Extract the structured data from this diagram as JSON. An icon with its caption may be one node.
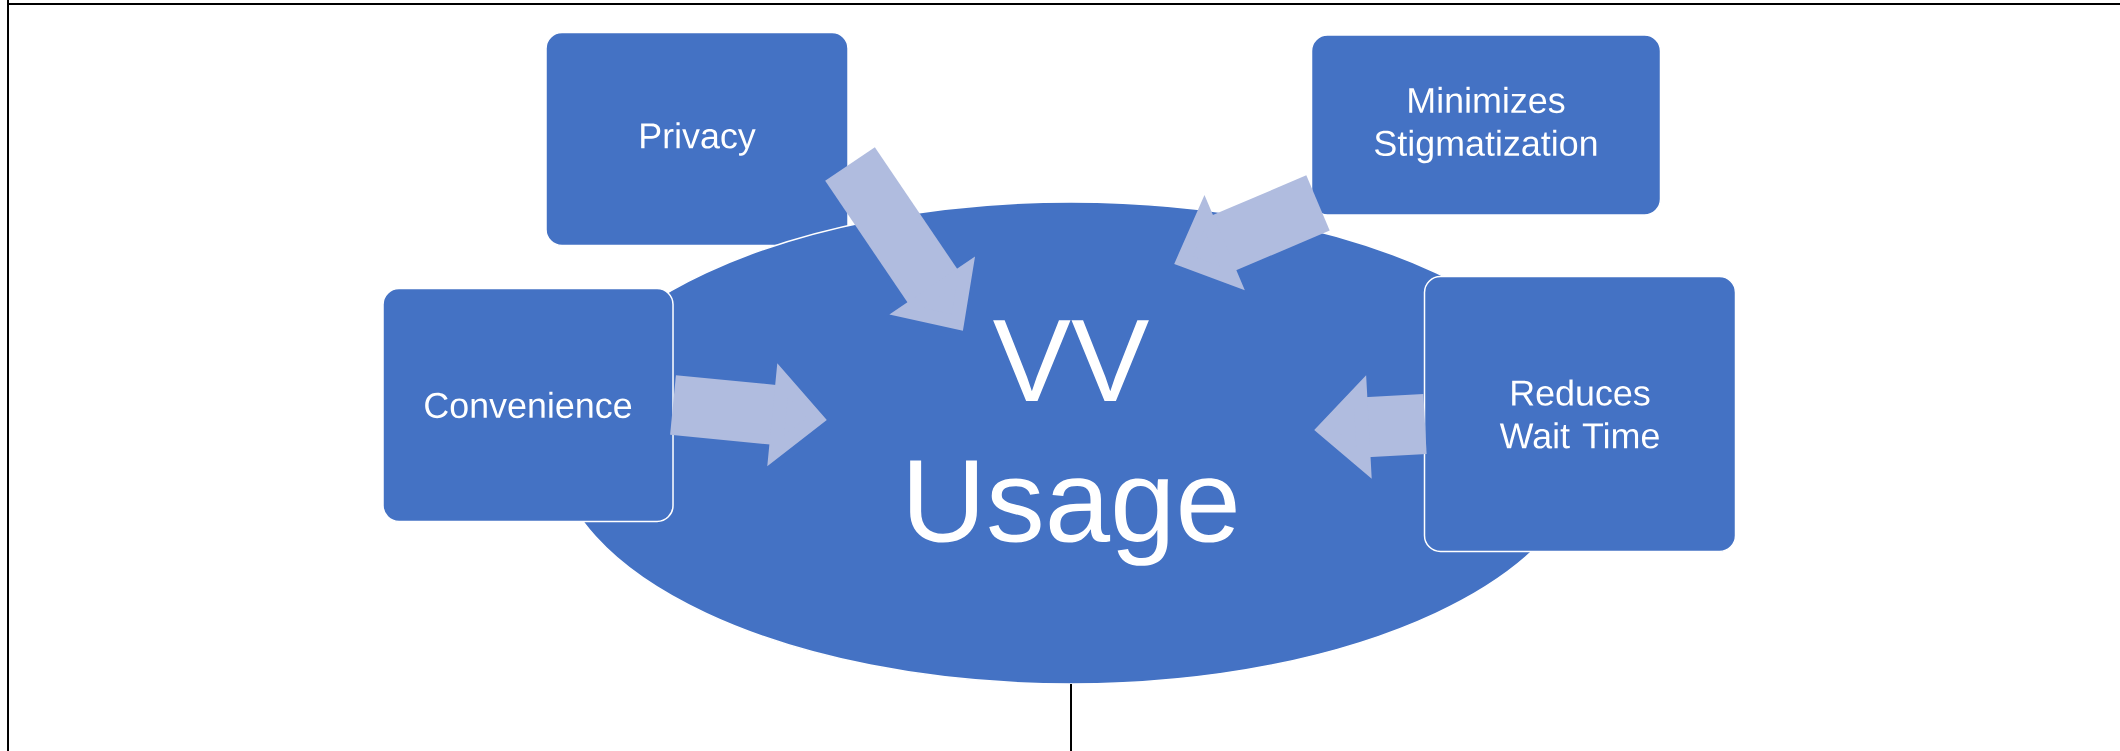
{
  "diagram": {
    "nodes": [
      {
        "text": [
          "Privacy"
        ]
      },
      {
        "text": [
          "Minimizes Stigmatization"
        ]
      },
      {
        "text": [
          "VV Usage"
        ]
      },
      {
        "text": [
          "Convenience"
        ]
      },
      {
        "text": [
          "Reduces Wait Time"
        ]
      }
    ],
    "edges": [
      {
        "from": 0,
        "to": 2,
        "arrow": "to"
      },
      {
        "from": 1,
        "to": 2,
        "arrow": "to"
      },
      {
        "from": 3,
        "to": 2,
        "arrow": "to"
      },
      {
        "from": 4,
        "to": 2,
        "arrow": "to"
      },
      {
        "from": 2,
        "to": null,
        "arrow": "none",
        "color": "#000000"
      }
    ]
  }
}
